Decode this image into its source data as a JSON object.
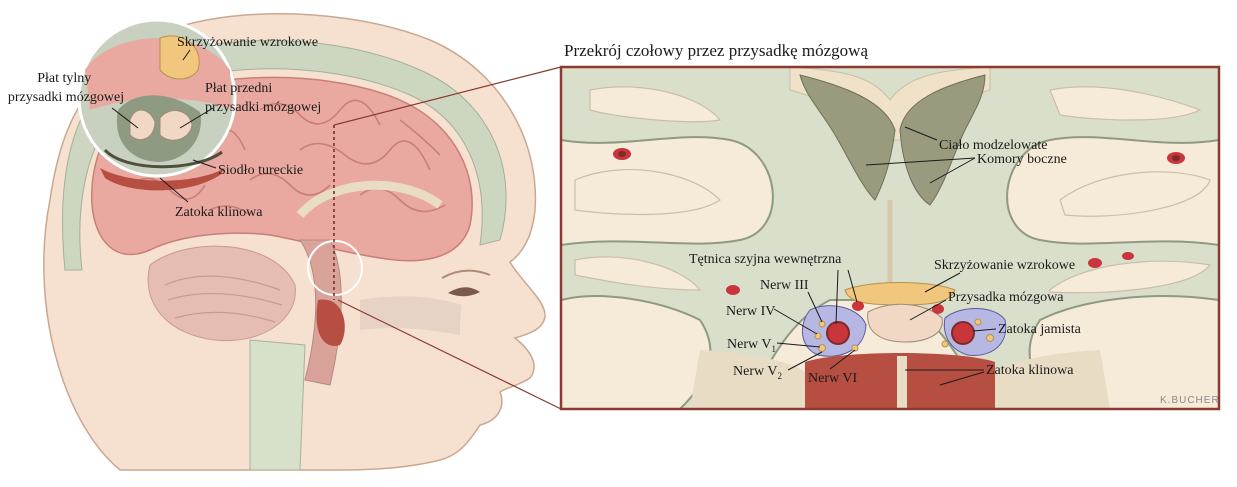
{
  "inset_title": "Przekrój czołowy przez przysadkę mózgową",
  "head_labels": {
    "optic_chiasm": "Skrzyżowanie wzrokowe",
    "posterior_lobe": "Płat tylny\nprzysadki mózgowej",
    "anterior_lobe": "Płat przedni\nprzysadki mózgowej",
    "sella_turcica": "Siodło tureckie",
    "sphenoid_sinus": "Zatoka klinowa"
  },
  "section_labels": {
    "corpus_callosum": "Ciało modzelowate",
    "lateral_ventricles": "Komory boczne",
    "internal_carotid": "Tętnica szyjna wewnętrzna",
    "optic_chiasm": "Skrzyżowanie wzrokowe",
    "nerve_iii": "Nerw III",
    "pituitary": "Przysadka mózgowa",
    "nerve_iv": "Nerw IV",
    "cavernous_sinus": "Zatoka jamista",
    "nerve_v1": "Nerw V",
    "nerve_v1_sub": "1",
    "nerve_v2": "Nerw V",
    "nerve_v2_sub": "2",
    "nerve_vi": "Nerw VI",
    "sphenoid_sinus": "Zatoka klinowa"
  },
  "signature": "K.BUCHER",
  "colors": {
    "skin": "#f6e0d0",
    "brain": "#e9a9a0",
    "brain_fold": "#c97f78",
    "grey_matter": "#8f9a82",
    "white_matter": "#f6ead8",
    "ventricle": "#9a9a7e",
    "artery": "#c8353a",
    "sinus_blue": "#7f7fc8",
    "pituitary": "#f1d8c4",
    "chiasm": "#f0c77c",
    "sphenoid": "#b64e42",
    "frame": "#8b3a2f"
  }
}
